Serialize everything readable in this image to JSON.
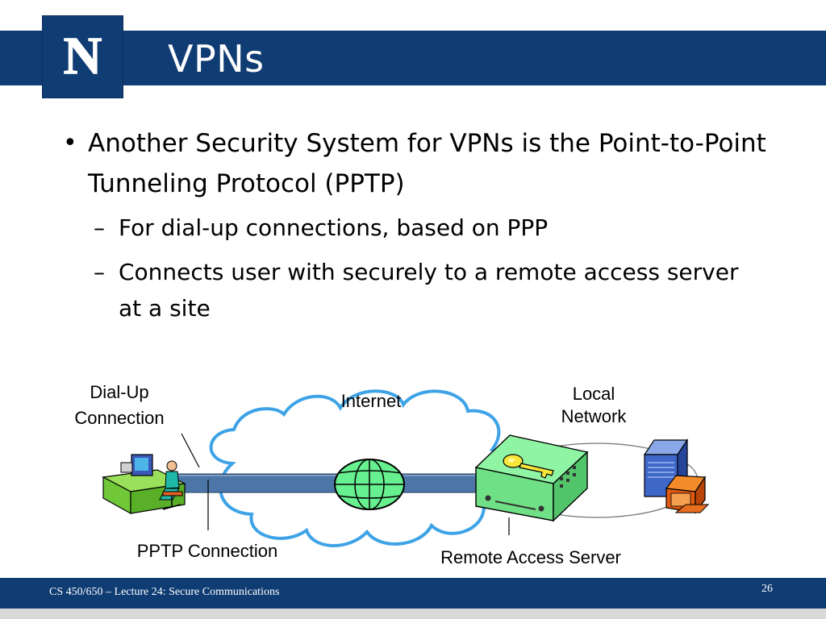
{
  "slide": {
    "title": "VPNs",
    "logo_letter": "N",
    "bullets": {
      "main": "Another Security System for VPNs is the Point-to-Point Tunneling Protocol (PPTP)",
      "sub": [
        "For dial-up connections, based on PPP",
        "Connects user with securely to a remote access server at a site"
      ]
    },
    "diagram": {
      "labels": {
        "dialup_line1": "Dial-Up",
        "dialup_line2": "Connection",
        "internet": "Internet",
        "local_line1": "Local",
        "local_line2": "Network",
        "pptp": "PPTP Connection",
        "ras": "Remote Access Server"
      }
    },
    "footer": {
      "course": "CS 450/650 – Lecture 24: Secure Communications",
      "page": "26"
    }
  },
  "colors": {
    "brand_blue": "#0f3c73",
    "tunnel_blue": "#4d76a8",
    "cloud_outline": "#3ea3e6",
    "device_green": "#78f08c"
  },
  "icons": [
    "university-n-logo-icon",
    "workstation-user-icon",
    "globe-icon",
    "remote-access-server-icon",
    "key-icon",
    "server-tower-icon",
    "monitor-icon"
  ]
}
